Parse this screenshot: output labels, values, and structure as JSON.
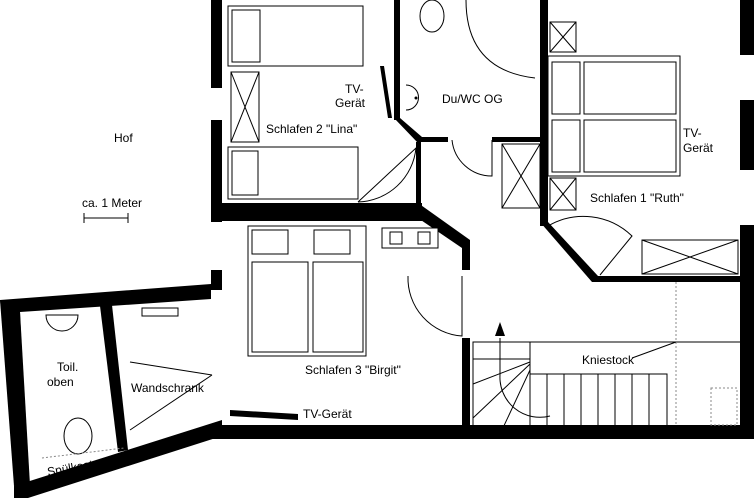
{
  "labels": {
    "hof": "Hof",
    "scale": "ca. 1 Meter",
    "room_lina": "Schlafen 2 \"Lina\"",
    "tv_lina_1": "TV-",
    "tv_lina_2": "Gerät",
    "room_wc": "Du/WC OG",
    "room_ruth": "Schlafen 1 \"Ruth\"",
    "tv_ruth_1": "TV-",
    "tv_ruth_2": "Gerät",
    "room_birgit": "Schlafen 3 \"Birgit\"",
    "tv_birgit": "TV-Gerät",
    "kniestock": "Kniestock",
    "toilet_1": "Toil.",
    "toilet_2": "oben",
    "wandschrank": "Wandschrank",
    "spuelkasten": "Spülkasten"
  }
}
